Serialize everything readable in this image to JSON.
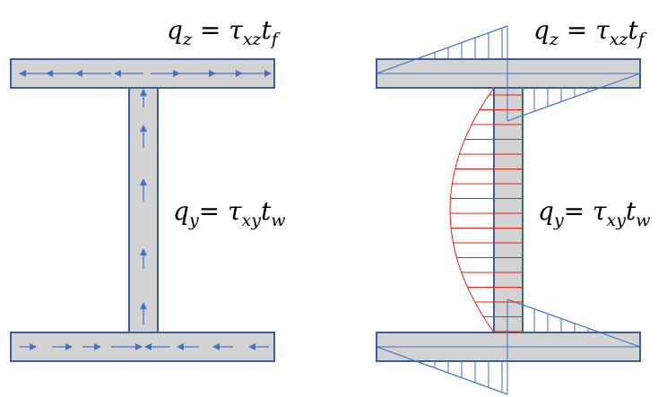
{
  "colors": {
    "section_fill": "#d3d3d3",
    "section_stroke": "#3a5f9a",
    "arrow_color": "#4472c4",
    "web_stress_color": "#e8201a",
    "flange_stress_color": "#3b6fc4",
    "web_edge_green": "#2a8a2a"
  },
  "left_diagram": {
    "flange_formula": {
      "q": "q",
      "q_sub": "z",
      "eq": " = ",
      "tau": "τ",
      "tau_sub": "xz",
      "t": "t",
      "t_sub": "f"
    },
    "web_formula": {
      "q": "q",
      "q_sub": "y",
      "eq": "= ",
      "tau": "τ",
      "tau_sub": "xy",
      "t": "t",
      "t_sub": "w"
    }
  },
  "right_diagram": {
    "flange_formula": {
      "q": "q",
      "q_sub": "z",
      "eq": " = ",
      "tau": "τ",
      "tau_sub": "xz",
      "t": "t",
      "t_sub": "f"
    },
    "web_formula": {
      "q": "q",
      "q_sub": "y",
      "eq": "= ",
      "tau": "τ",
      "tau_sub": "xy",
      "t": "t",
      "t_sub": "w"
    }
  }
}
